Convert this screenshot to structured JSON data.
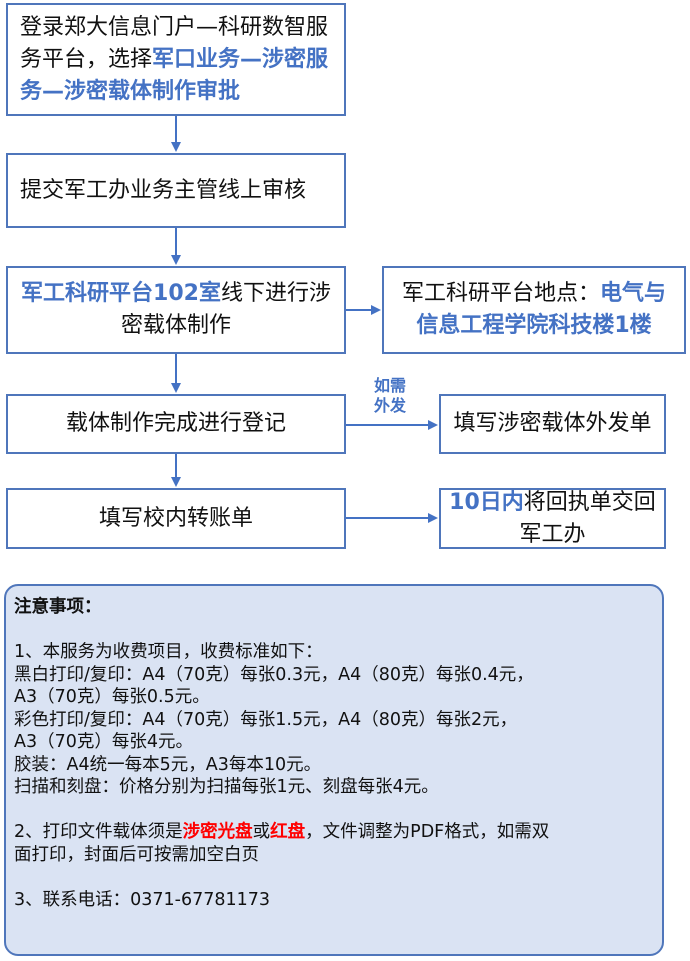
{
  "steps": {
    "s1": {
      "a": "登录郑大信息门户—科研数智服务平台，选择",
      "b": "军口业务—涉密服务—涉密载体制作审批"
    },
    "s2": {
      "text": "提交军工办业务主管线上审核"
    },
    "s3": {
      "a": "军工科研平台102室",
      "b": "线下进行涉密载体制作"
    },
    "s4": {
      "text": "载体制作完成进行登记"
    },
    "s5": {
      "text": "填写校内转账单"
    }
  },
  "side": {
    "location": {
      "a": "军工科研平台地点：",
      "b": "电气与信息工程学院科技楼1楼"
    },
    "outgoing": {
      "text": "填写涉密载体外发单"
    },
    "deadline": {
      "a": "10日内",
      "b": "将回执单交回军工办"
    }
  },
  "edge_label": {
    "line1": "如需",
    "line2": "外发"
  },
  "notes": {
    "title": "注意事项：",
    "item1": {
      "intro": "1、本服务为收费项目，收费标准如下：",
      "bw1": "黑白打印/复印：A4（70克）每张0.3元，A4（80克）每张0.4元，",
      "bw2": "A3（70克）每张0.5元。",
      "color1": "彩色打印/复印：A4（70克）每张1.5元，A4（80克）每张2元，",
      "color2": "A3（70克）每张4元。",
      "binding": "胶装：A4统一每本5元，A3每本10元。",
      "scan": "扫描和刻盘：价格分别为扫描每张1元、刻盘每张4元。"
    },
    "item2": {
      "p1": "2、打印文件载体须是",
      "disc": "涉密光盘",
      "p2": "或",
      "red_disc": "红盘",
      "p3": "，文件调整为PDF格式，如需双",
      "p4": "面打印，封面后可按需加空白页"
    },
    "item3": "3、联系电话：0371-67781173"
  },
  "colors": {
    "border": "#4f76bb",
    "accent": "#4472c4",
    "alert": "#ff0000",
    "note_bg": "#dae3f3"
  }
}
